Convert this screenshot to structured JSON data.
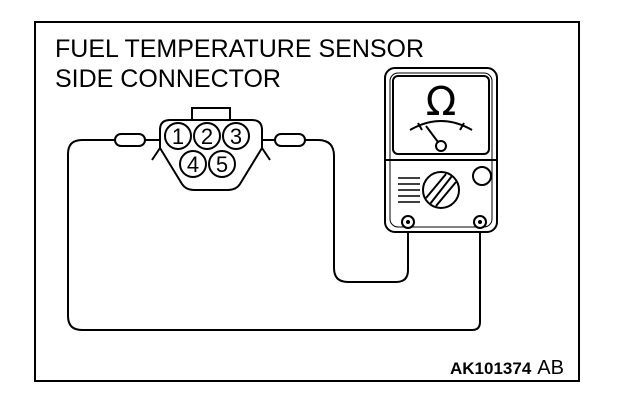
{
  "title": {
    "line1": "FUEL TEMPERATURE SENSOR",
    "line2": "SIDE CONNECTOR"
  },
  "connector": {
    "pins_top": [
      "1",
      "2",
      "3"
    ],
    "pins_bottom": [
      "4",
      "5"
    ]
  },
  "meter": {
    "symbol": "Ω",
    "icons": [
      "ohm-symbol-icon",
      "range-selector-knob-icon",
      "meter-needle-icon"
    ]
  },
  "figure_code": {
    "id": "AK101374",
    "suffix": "AB"
  }
}
